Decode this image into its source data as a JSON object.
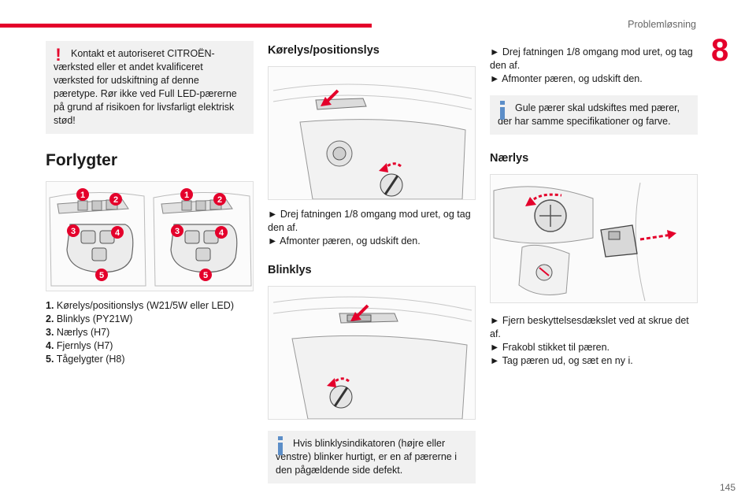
{
  "header": {
    "section": "Problemløsning",
    "chapter": "8",
    "page": "145"
  },
  "colors": {
    "accent": "#e4002b",
    "info": "#5c8ec8",
    "box_bg": "#f1f1f1"
  },
  "warning_box": {
    "icon": "warning-icon",
    "text": "Kontakt et autoriseret CITROËN-værksted eller et andet kvalificeret værksted for udskiftning af denne pæretype. Rør ikke ved Full LED-pærerne på grund af risikoen for livsfarligt elektrisk stød!"
  },
  "forlygter": {
    "title": "Forlygter",
    "callouts": [
      "1",
      "2",
      "3",
      "4",
      "5"
    ],
    "items": [
      {
        "num": "1.",
        "text": "Kørelys/positionslys (W21/5W eller LED)"
      },
      {
        "num": "2.",
        "text": "Blinklys (PY21W)"
      },
      {
        "num": "3.",
        "text": "Nærlys (H7)"
      },
      {
        "num": "4.",
        "text": "Fjernlys (H7)"
      },
      {
        "num": "5.",
        "text": "Tågelygter (H8)"
      }
    ]
  },
  "korelys": {
    "title": "Kørelys/positionslys",
    "steps": [
      "► Drej fatningen 1/8 omgang mod uret, og tag den af.",
      "► Afmonter pæren, og udskift den."
    ]
  },
  "blinklys": {
    "title": "Blinklys",
    "info": "Hvis blinklysindikatoren (højre eller venstre) blinker hurtigt, er en af pærerne i den pågældende side defekt."
  },
  "col3": {
    "steps": [
      "► Drej fatningen 1/8 omgang mod uret, og tag den af.",
      "► Afmonter pæren, og udskift den."
    ],
    "info": "Gule pærer skal udskiftes med pærer, der har samme specifikationer og farve.",
    "naerlys": {
      "title": "Nærlys",
      "steps": [
        "► Fjern beskyttelsesdækslet ved at skrue det af.",
        "► Frakobl stikket til pæren.",
        "► Tag pæren ud, og sæt en ny i."
      ]
    }
  }
}
